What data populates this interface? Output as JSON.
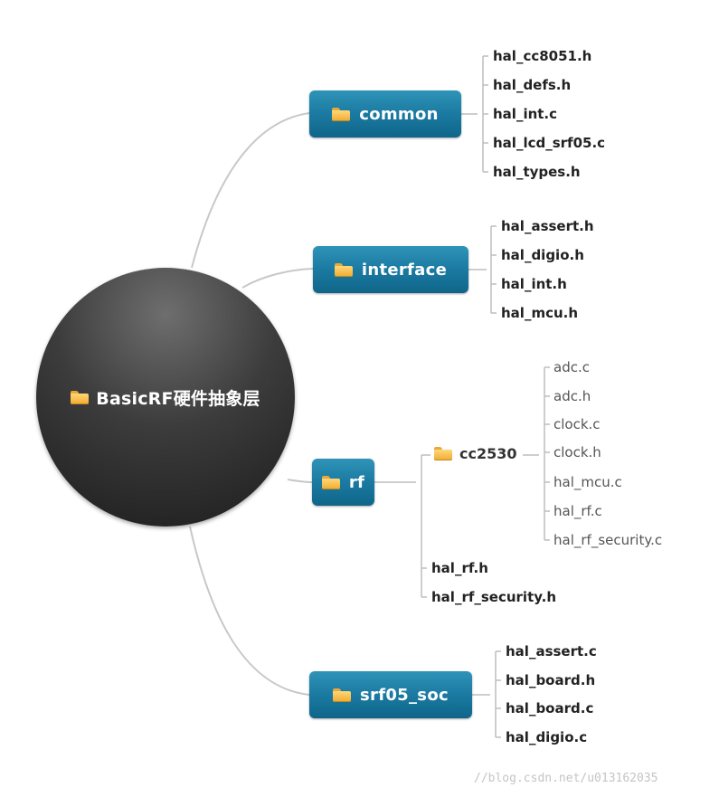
{
  "root": {
    "label": "BasicRF硬件抽象层",
    "icon": "folder-icon"
  },
  "branches": [
    {
      "label": "common",
      "icon": "folder-icon",
      "files": [
        "hal_cc8051.h",
        "hal_defs.h",
        "hal_int.c",
        "hal_lcd_srf05.c",
        "hal_types.h"
      ]
    },
    {
      "label": "interface",
      "icon": "folder-icon",
      "files": [
        "hal_assert.h",
        "hal_digio.h",
        "hal_int.h",
        "hal_mcu.h"
      ]
    },
    {
      "label": "rf",
      "icon": "folder-icon",
      "subfolder": {
        "label": "cc2530",
        "icon": "folder-icon",
        "files": [
          "adc.c",
          "adc.h",
          "clock.c",
          "clock.h",
          "hal_mcu.c",
          "hal_rf.c",
          "hal_rf_security.c"
        ]
      },
      "files": [
        "hal_rf.h",
        "hal_rf_security.h"
      ]
    },
    {
      "label": "srf05_soc",
      "icon": "folder-icon",
      "files": [
        "hal_assert.c",
        "hal_board.h",
        "hal_board.c",
        "hal_digio.c"
      ]
    }
  ],
  "watermark": "//blog.csdn.net/u013162035",
  "colors": {
    "branch": "#1b7aa1",
    "root": "#2a2a2a",
    "folder": "#f0ab2e"
  }
}
